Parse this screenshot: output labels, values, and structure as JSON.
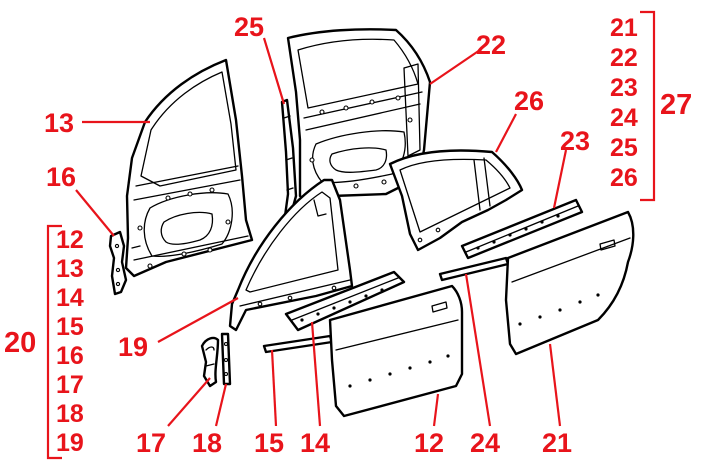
{
  "colors": {
    "callout": "#e8141b",
    "line_art": "#000000",
    "background": "#ffffff"
  },
  "callouts": {
    "c25": "25",
    "c22": "22",
    "c13": "13",
    "c26": "26",
    "c16": "16",
    "c23": "23",
    "c19": "19",
    "c17": "17",
    "c18": "18",
    "c15": "15",
    "c14": "14",
    "c12": "12",
    "c24": "24",
    "c21": "21"
  },
  "group_left": {
    "label": "20",
    "items": [
      "12",
      "13",
      "14",
      "15",
      "16",
      "17",
      "18",
      "19"
    ]
  },
  "group_right": {
    "label": "27",
    "items": [
      "21",
      "22",
      "23",
      "24",
      "25",
      "26"
    ]
  }
}
